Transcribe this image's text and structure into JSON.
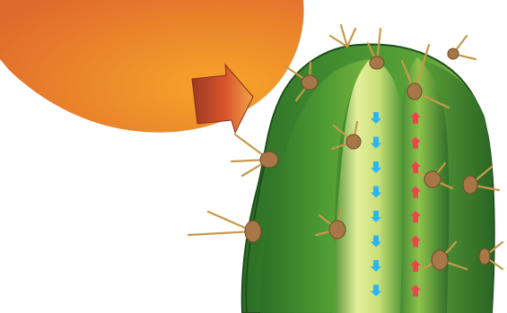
{
  "scene": {
    "subject": "cactus-in-sunlight",
    "sun_color_outer": "#e8772a",
    "sun_color_inner": "#f5a623",
    "arrow_color": "#d8642a",
    "cactus_dark": "#2f7a2c",
    "cactus_mid": "#5ea33a",
    "cactus_light": "#d6e58a",
    "spine_base_color": "#9b6a3c",
    "down_arrow_color": "#29b6f6",
    "up_arrow_color": "#f0434e",
    "down_arrow_count": 8,
    "up_arrow_count": 8
  }
}
